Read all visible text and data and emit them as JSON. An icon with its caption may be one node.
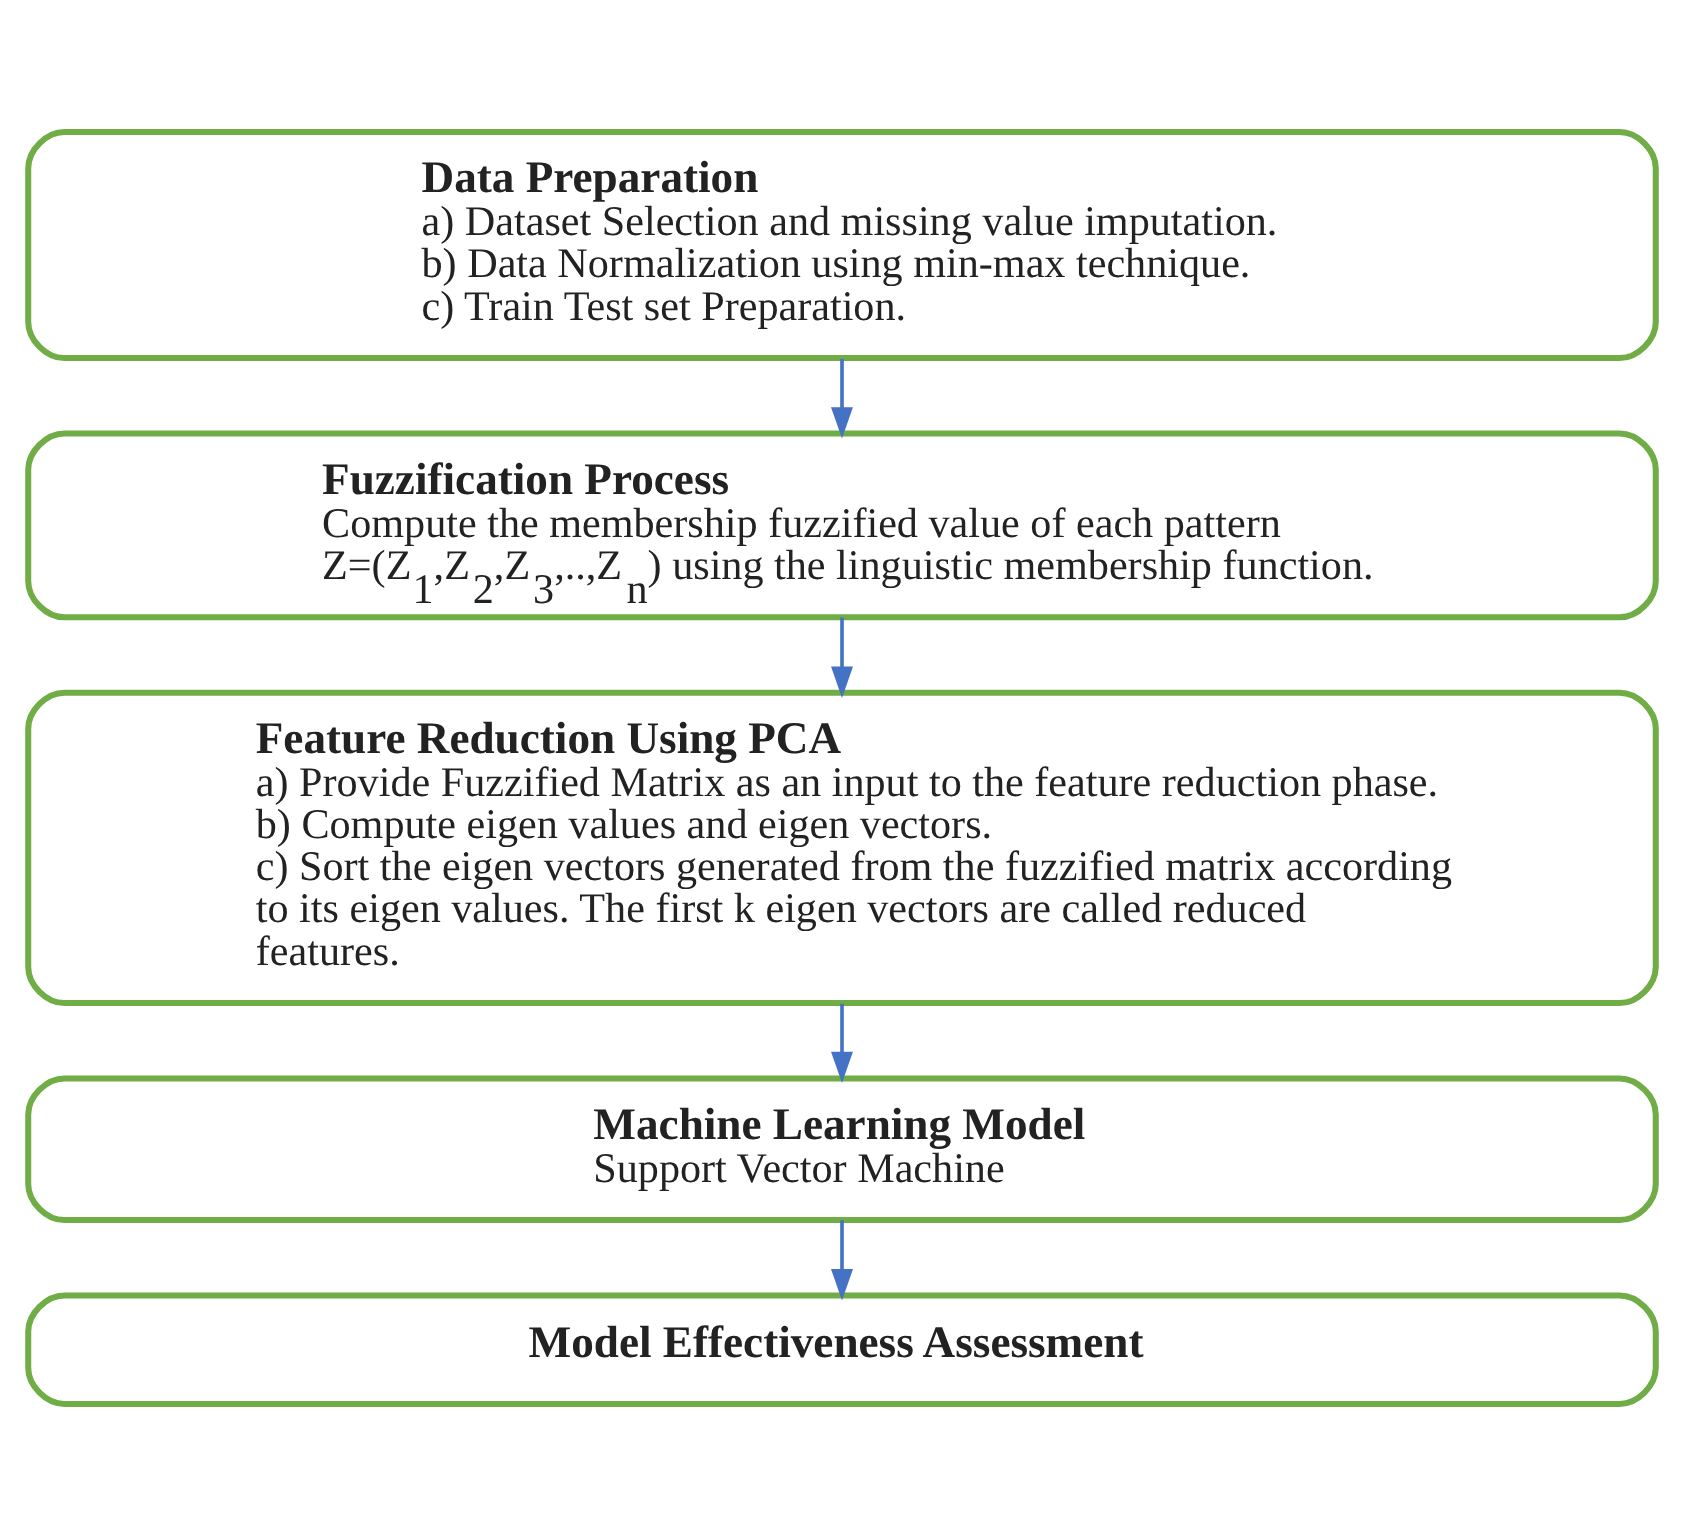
{
  "diagram": {
    "nodes": [
      {
        "text": [
          "Data Preparation",
          "a) Dataset Selection and missing value imputation.",
          "b) Data Normalization using min-max technique.",
          "c) Train Test set Preparation."
        ]
      },
      {
        "text": [
          "Fuzzification Process",
          "Compute the membership fuzzified value of each pattern Z=(Z$_{1}$,Z$_{2}$,Z$_{3}$,..,Z$_{n}$) using the linguistic membership function."
        ]
      },
      {
        "text": [
          "Feature Reduction Using PCA",
          "a) Provide Fuzzified Matrix as an input to the feature reduction phase.",
          "b) Compute eigen values and eigen vectors.",
          "c) Sort the eigen vectors generated from the fuzzified matrix according to its eigen values. The first k eigen vectors are called reduced features."
        ]
      },
      {
        "text": [
          "Machine Learning Model",
          "Support Vector Machine"
        ]
      },
      {
        "text": [
          "Model Effectiveness Assessment"
        ]
      }
    ],
    "edges": [
      {
        "from": 0,
        "to": 1,
        "arrow": "to"
      },
      {
        "from": 1,
        "to": 2,
        "arrow": "to"
      },
      {
        "from": 2,
        "to": 3,
        "arrow": "to"
      },
      {
        "from": 3,
        "to": 4,
        "arrow": "to"
      }
    ]
  }
}
